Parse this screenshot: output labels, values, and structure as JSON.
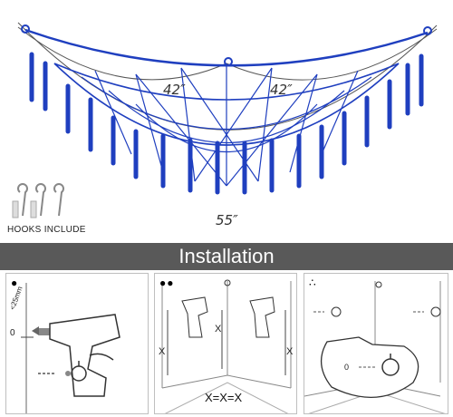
{
  "product": {
    "dim_left": "42″",
    "dim_right": "42″",
    "dim_bottom": "55″",
    "hooks_label": "HOOKS INCLUDE",
    "net_color": "#1f3fbf"
  },
  "installation": {
    "title": "Installation",
    "banner_color": "#595959",
    "steps": [
      {
        "marker": "●",
        "distance_label": "<25mm",
        "zero_label": "0"
      },
      {
        "marker": "●●",
        "x_label": "X",
        "equation": "X=X=X"
      },
      {
        "marker": "∴",
        "zero_label": "0"
      }
    ]
  }
}
